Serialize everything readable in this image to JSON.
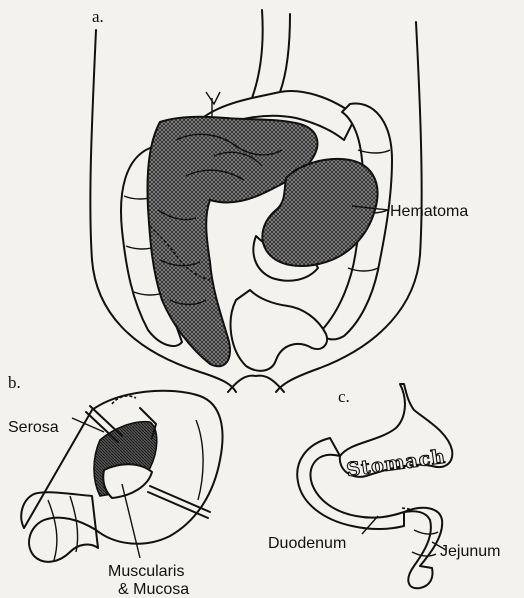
{
  "panel_a": {
    "letter": "a.",
    "labels": {
      "hematoma": "Hematoma"
    }
  },
  "panel_b": {
    "letter": "b.",
    "labels": {
      "serosa": "Serosa",
      "muscularis_line1": "Muscularis",
      "muscularis_line2": "& Mucosa"
    }
  },
  "panel_c": {
    "letter": "c.",
    "labels": {
      "stomach": "Stomach",
      "duodenum": "Duodenum",
      "jejunum": "Jejunum"
    }
  }
}
